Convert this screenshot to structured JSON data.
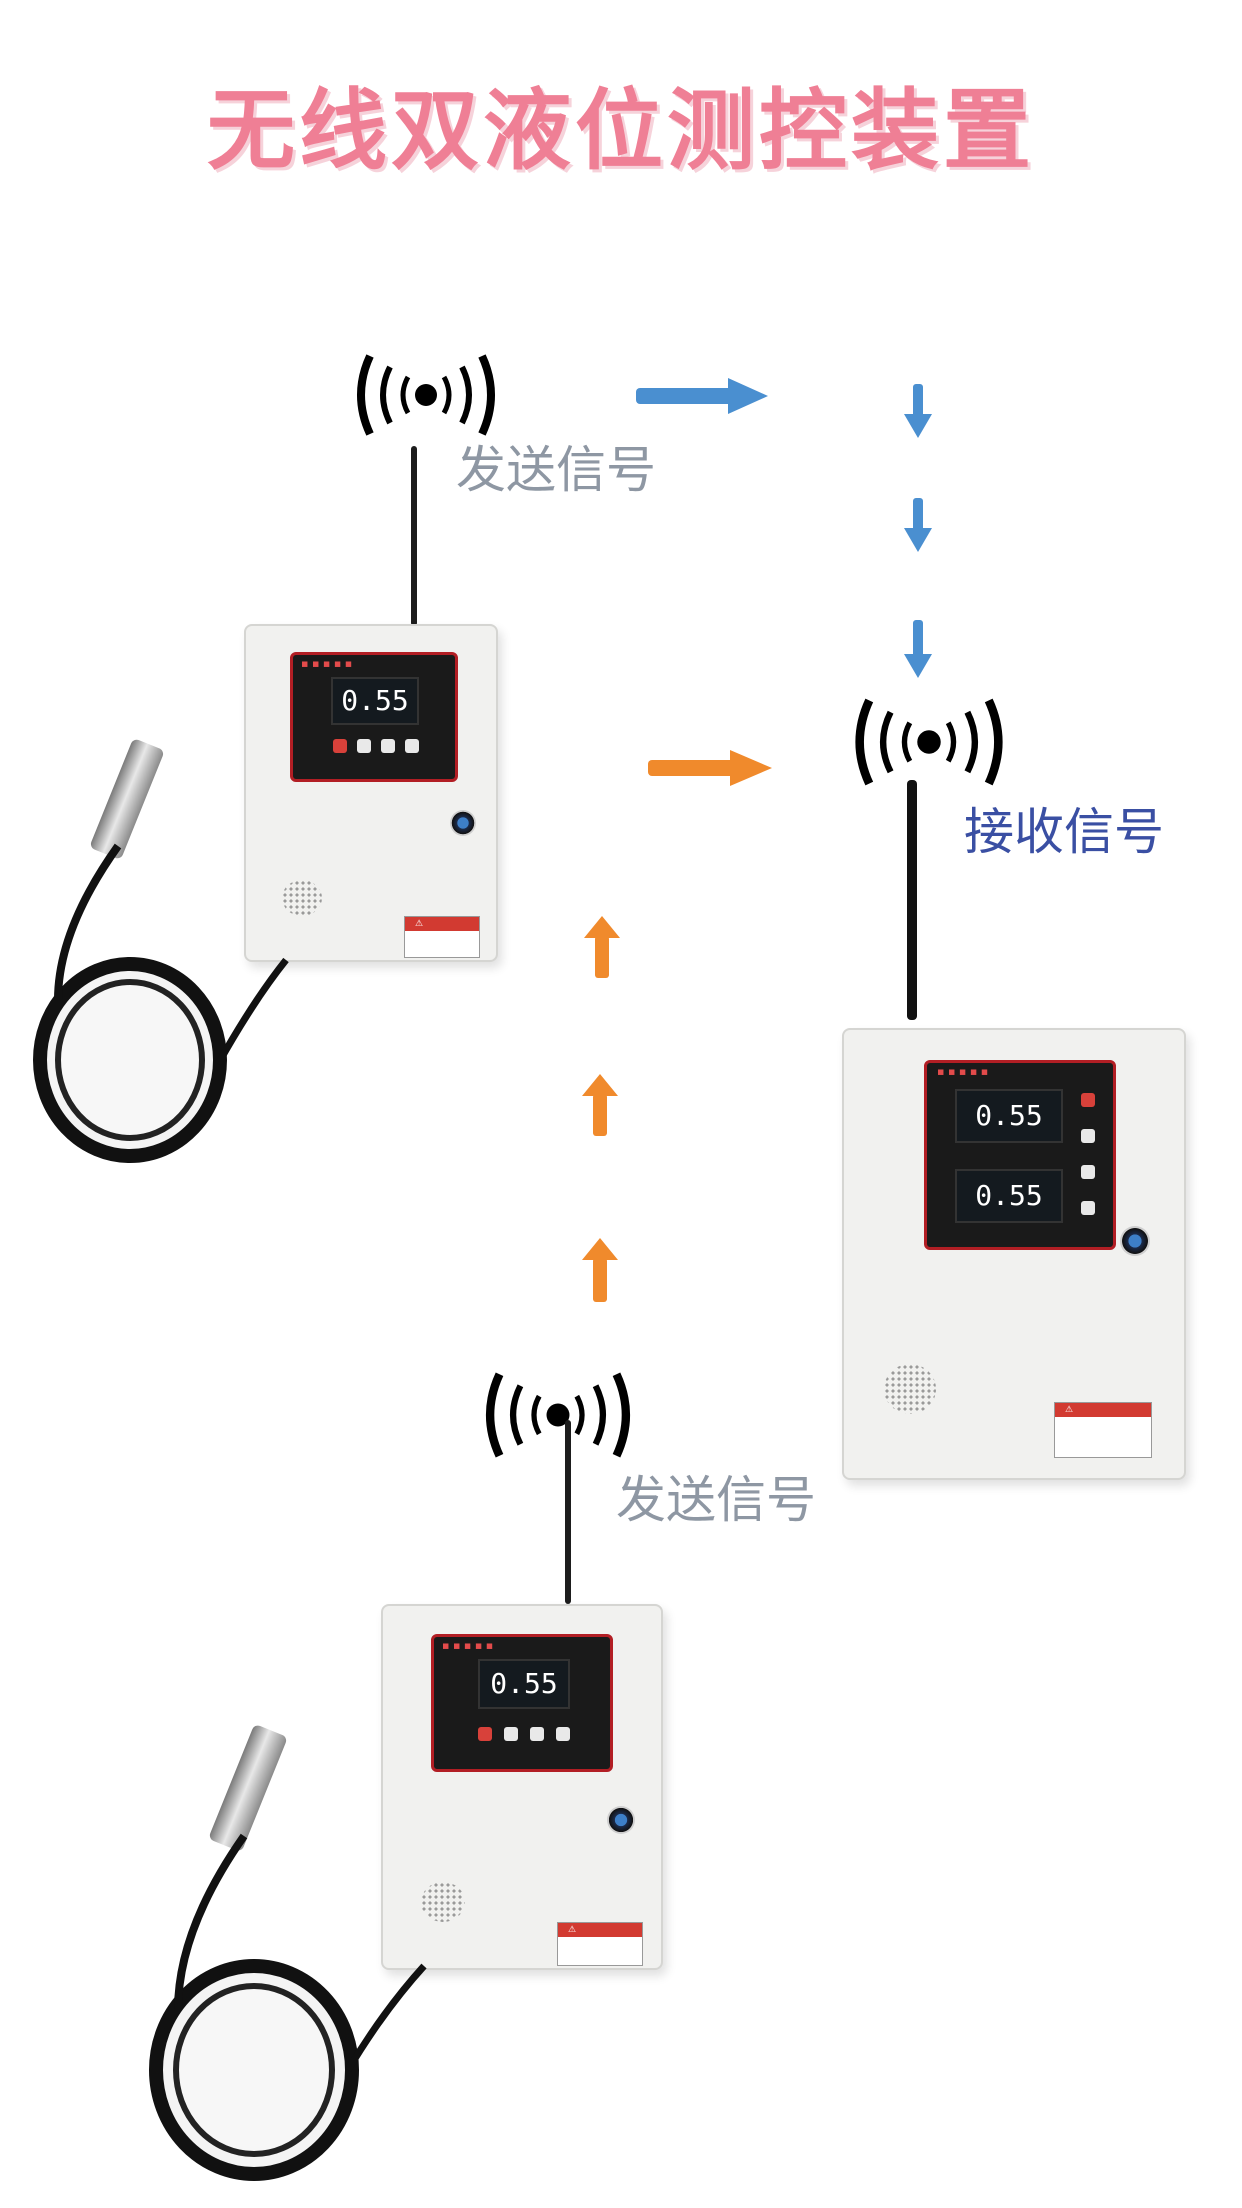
{
  "title": "无线双液位测控装置",
  "labels": {
    "send_top": "发送信号",
    "send_bottom": "发送信号",
    "receive": "接收信号"
  },
  "devices": {
    "transmitter_top": {
      "display": "0.55"
    },
    "transmitter_bottom": {
      "display": "0.55"
    },
    "receiver": {
      "display_1": "0.55",
      "display_2": "0.55"
    }
  },
  "colors": {
    "title": "#ef7f95",
    "arrow_blue": "#4a8fd0",
    "arrow_orange": "#f08a2c",
    "panel_border": "#b21e24"
  },
  "icons": [
    "wireless-signal-icon",
    "arrow-icon",
    "warning-icon",
    "qr-code-icon",
    "key-lock-icon"
  ]
}
